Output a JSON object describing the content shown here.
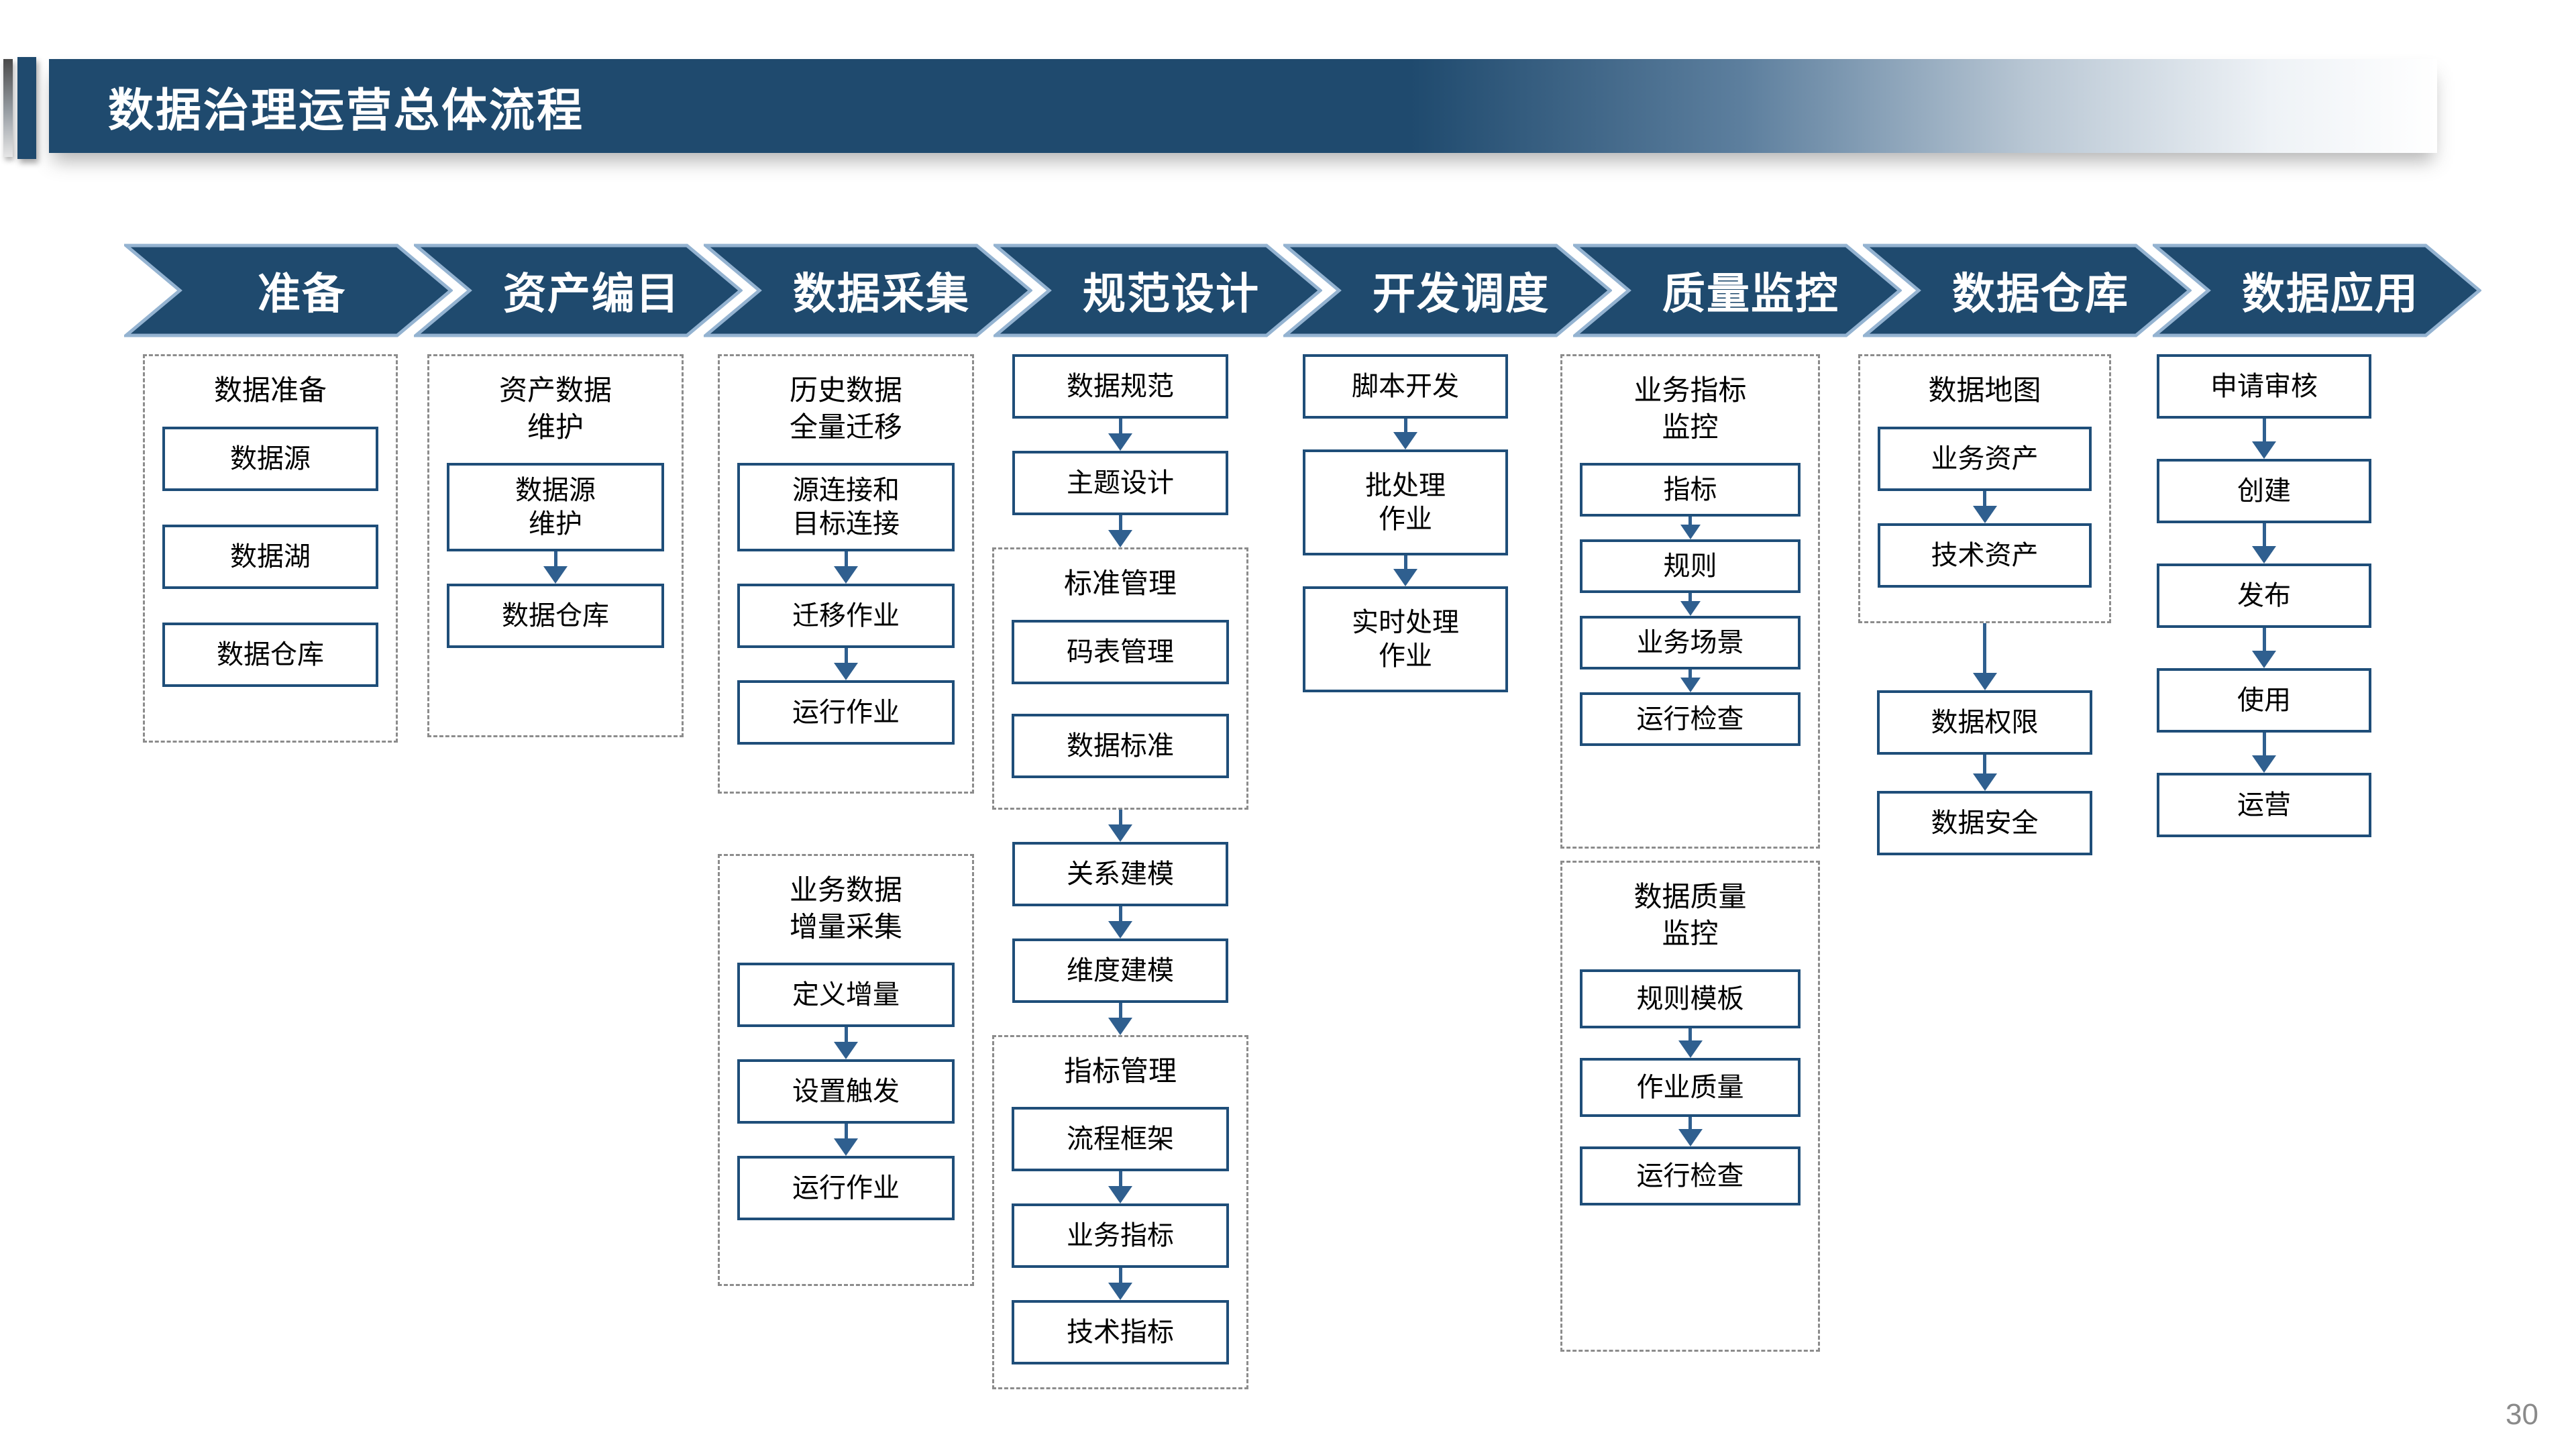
{
  "slide": {
    "title": "数据治理运营总体流程",
    "page_number": "30"
  },
  "stages": [
    "准备",
    "资产编目",
    "数据采集",
    "规范设计",
    "开发调度",
    "质量监控",
    "数据仓库",
    "数据应用"
  ],
  "columns": {
    "c1": {
      "title": "数据准备",
      "items": [
        "数据源",
        "数据湖",
        "数据仓库"
      ]
    },
    "c2": {
      "title": "资产数据\n维护",
      "items": [
        "数据源\n维护",
        "数据仓库"
      ]
    },
    "c3": {
      "g1": {
        "title": "历史数据\n全量迁移",
        "items": [
          "源连接和\n目标连接",
          "迁移作业",
          "运行作业"
        ]
      },
      "g2": {
        "title": "业务数据\n增量采集",
        "items": [
          "定义增量",
          "设置触发",
          "运行作业"
        ]
      }
    },
    "c4": {
      "top_items": [
        "数据规范",
        "主题设计"
      ],
      "std": {
        "title": "标准管理",
        "items": [
          "码表管理",
          "数据标准"
        ]
      },
      "mid_items": [
        "关系建模",
        "维度建模"
      ],
      "ind": {
        "title": "指标管理",
        "items": [
          "流程框架",
          "业务指标",
          "技术指标"
        ]
      }
    },
    "c5": {
      "items": [
        "脚本开发",
        "批处理\n作业",
        "实时处理\n作业"
      ]
    },
    "c6": {
      "g1": {
        "title": "业务指标\n监控",
        "items": [
          "指标",
          "规则",
          "业务场景",
          "运行检查"
        ]
      },
      "g2": {
        "title": "数据质量\n监控",
        "items": [
          "规则模板",
          "作业质量",
          "运行检查"
        ]
      }
    },
    "c7": {
      "map": {
        "title": "数据地图",
        "items": [
          "业务资产",
          "技术资产"
        ]
      },
      "bottom_items": [
        "数据权限",
        "数据安全"
      ]
    },
    "c8": {
      "items": [
        "申请审核",
        "创建",
        "发布",
        "使用",
        "运营"
      ]
    }
  },
  "theme": {
    "accent": "#1F4A6E",
    "chevron_fill": "#1F4A6E",
    "chevron_outline": "#94B3D1",
    "box_border": "#1F4E79",
    "arrow_color": "#2F5F8F",
    "dash": "#8C8C8C"
  }
}
